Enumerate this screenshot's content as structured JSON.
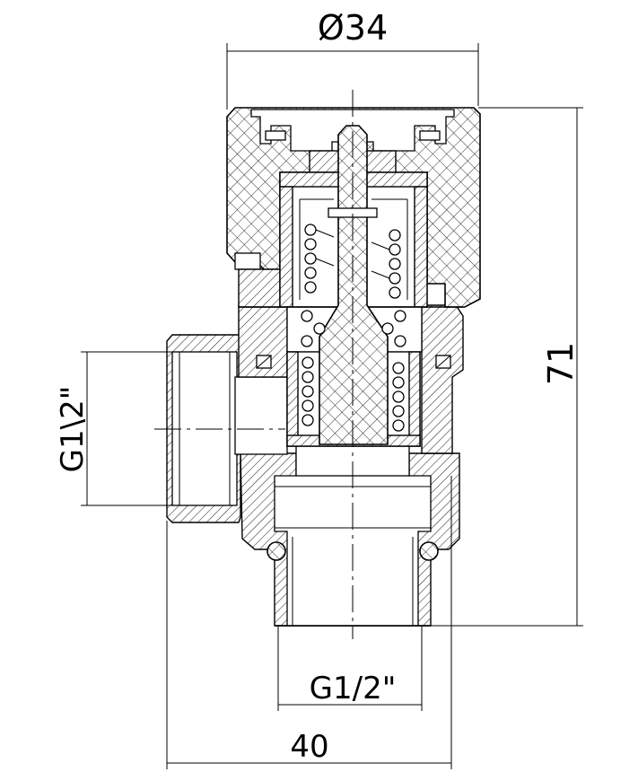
{
  "drawing": {
    "dimensions": {
      "cap_diameter": "Ø34",
      "overall_height": "71",
      "side_thread": "G1\\2\"",
      "bottom_thread": "G1/2\"",
      "overall_width": "40"
    }
  },
  "colors": {
    "line": "#000000",
    "background": "#ffffff"
  }
}
